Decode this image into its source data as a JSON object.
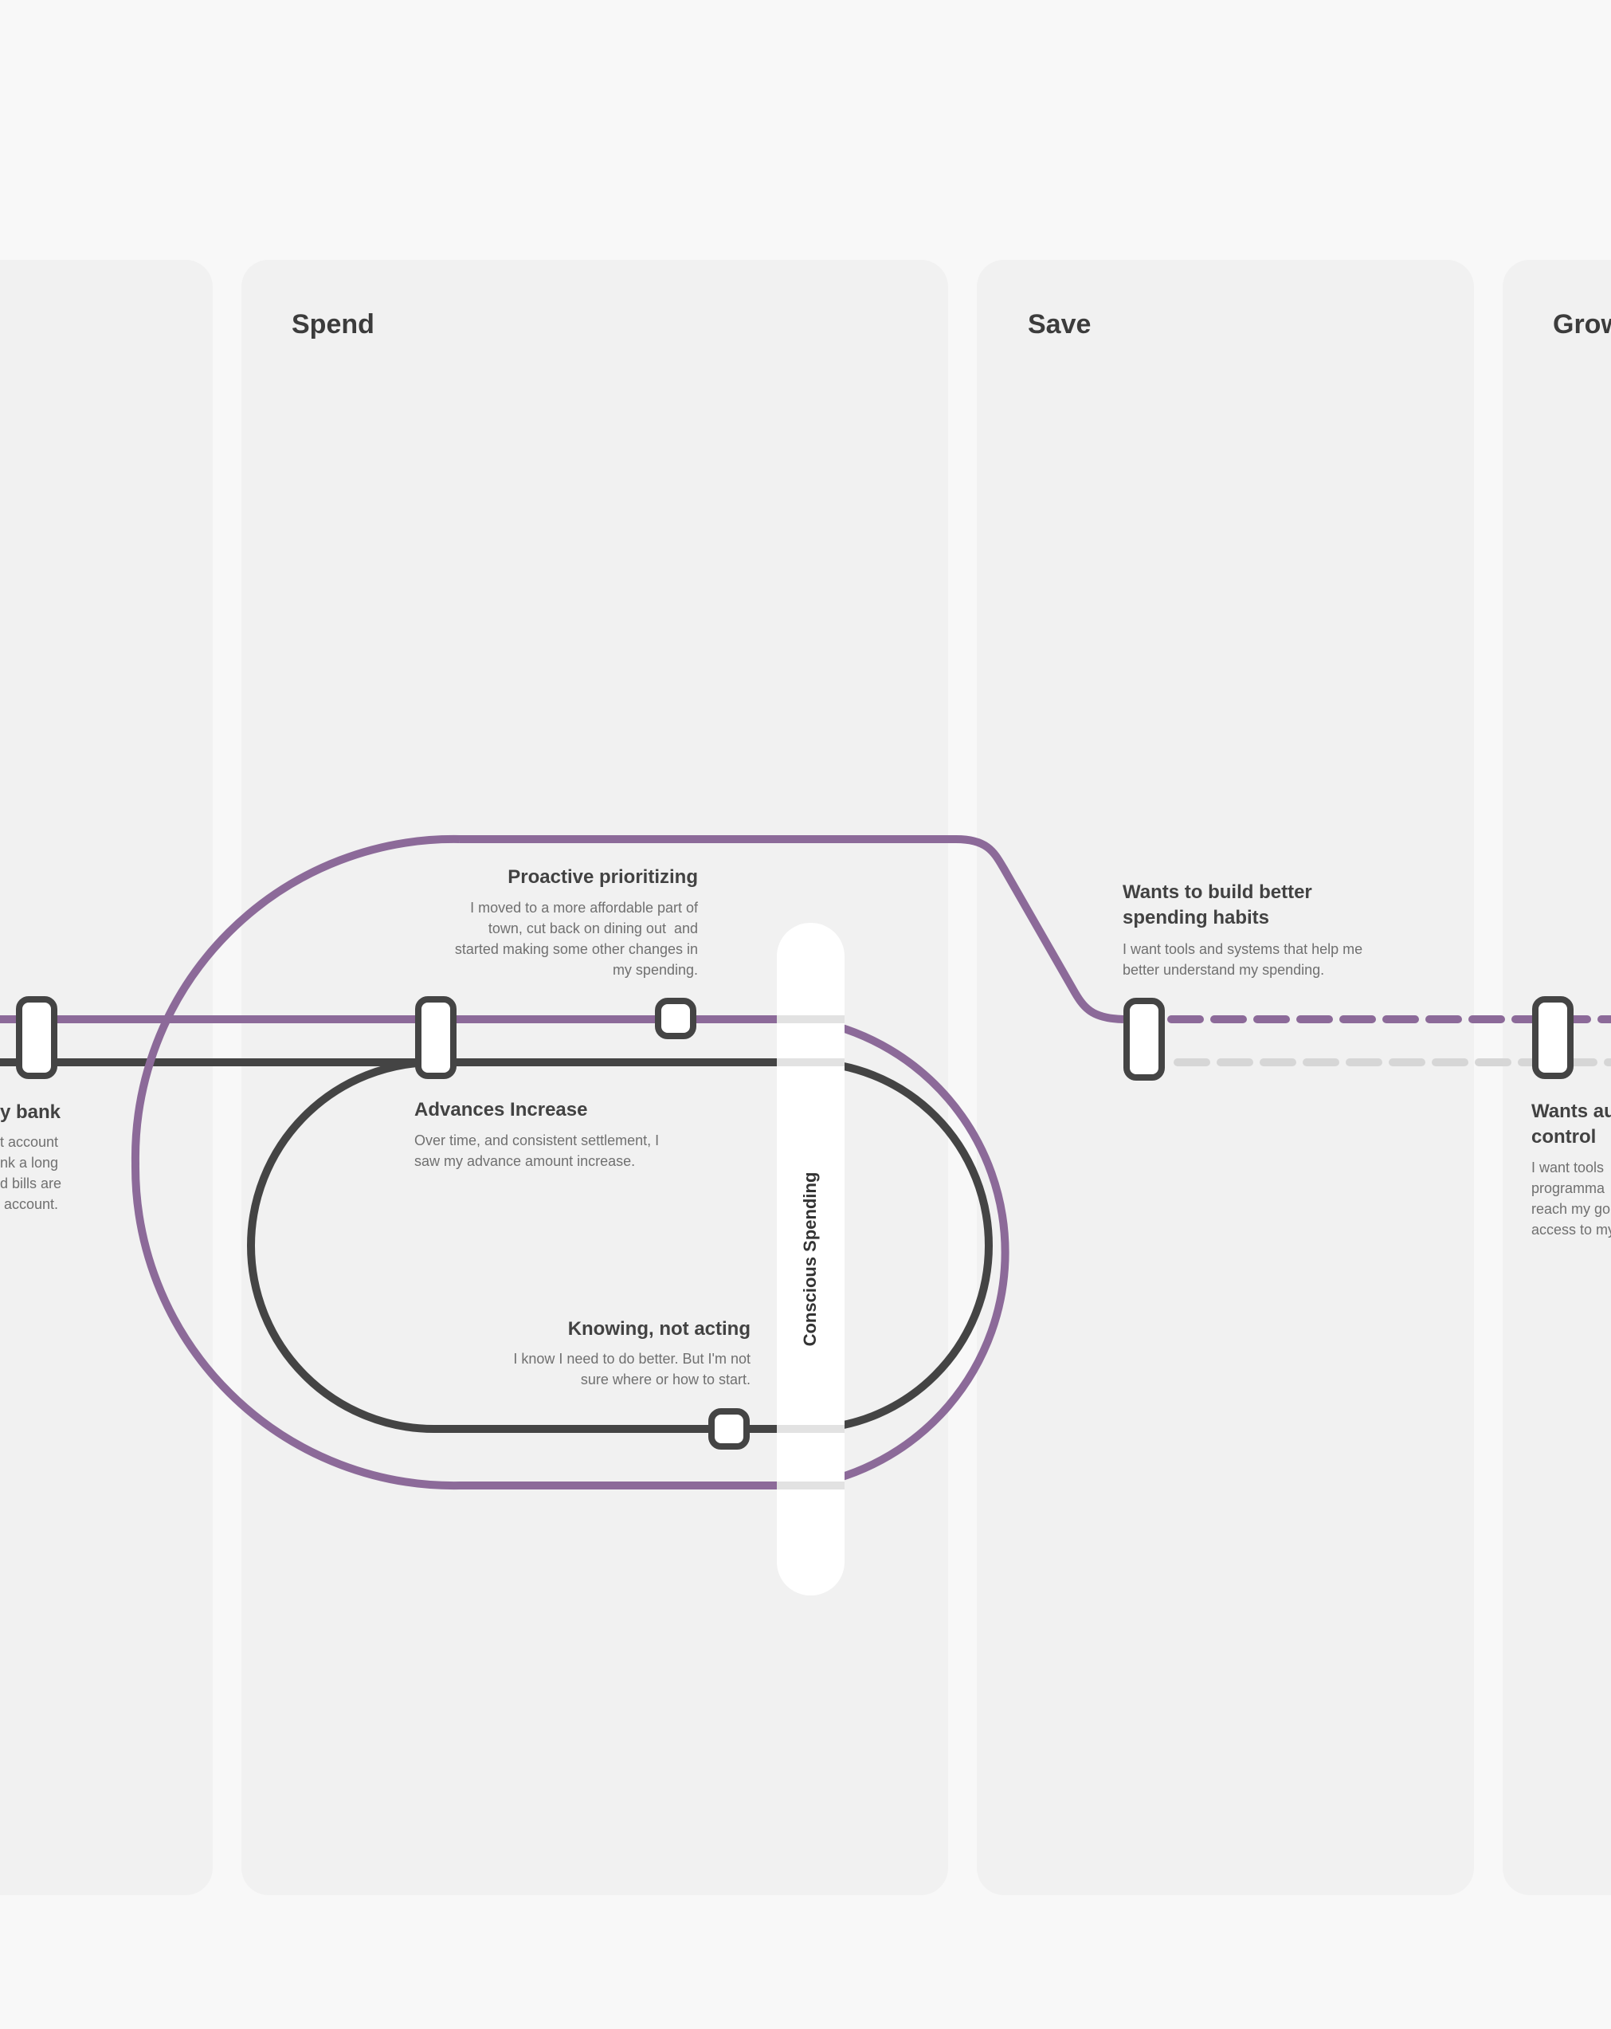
{
  "columns": [
    {
      "title": ""
    },
    {
      "title": "Spend"
    },
    {
      "title": "Save"
    },
    {
      "title": "Grow"
    }
  ],
  "band_label": "Conscious Spending",
  "colors": {
    "purple_track": "#8c6a99",
    "dark_track": "#444444",
    "light_track": "#d6d6d6",
    "band": "#ffffff"
  },
  "stops": {
    "bank": {
      "title": "y bank",
      "description": "t account\nnk a long\nd bills are\n account."
    },
    "advances": {
      "title": "Advances Increase",
      "description": "Over time, and consistent settlement, I\nsaw my advance amount increase."
    },
    "proactive": {
      "title": "Proactive prioritizing",
      "description": "I moved to a more affordable part of\ntown, cut back on dining out  and\nstarted making some other changes in\nmy spending."
    },
    "knowing": {
      "title": "Knowing, not acting",
      "description": "I know I need to do better. But I'm not\nsure where or how to start."
    },
    "habits": {
      "title": "Wants to build better\nspending habits",
      "description": "I want tools and systems that help me\nbetter understand my spending."
    },
    "control": {
      "title": "Wants au\ncontrol",
      "description": "I want tools\nprogramma\nreach my go\naccess to my"
    }
  }
}
